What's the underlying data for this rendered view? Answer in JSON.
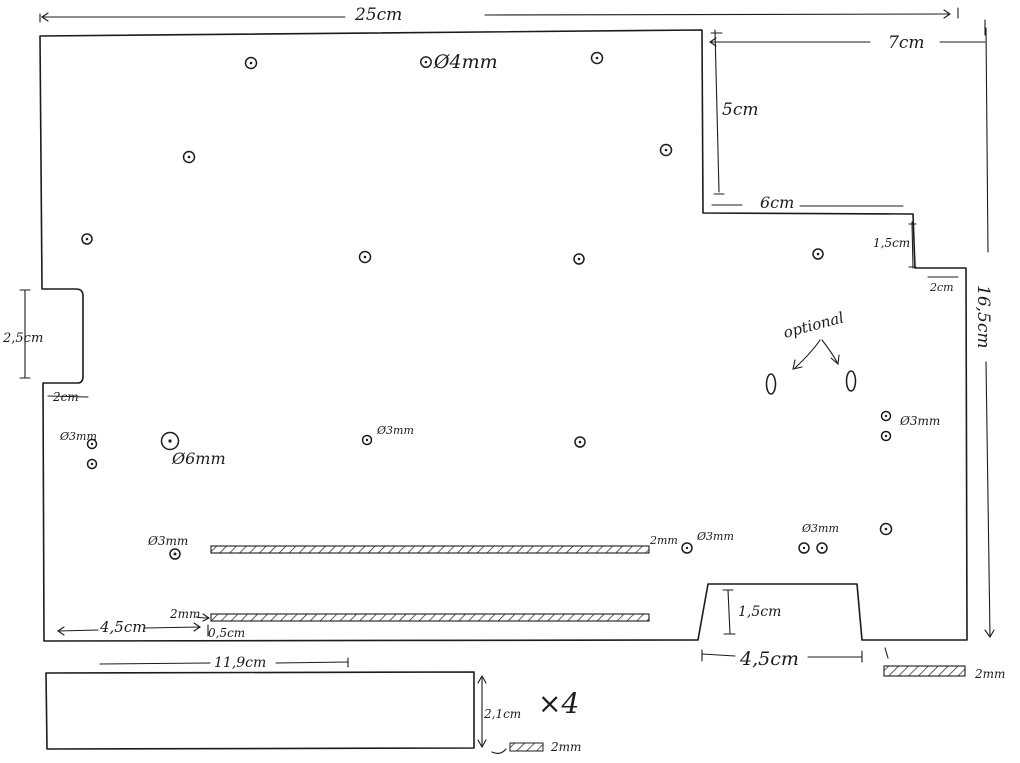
{
  "labels": {
    "total_width": "25cm",
    "hole_main": "⊙Ø4mm",
    "notch_width": "7cm",
    "notch_depth": "5cm",
    "notch_inner": "6cm",
    "step_height": "1,5cm",
    "step_width": "2cm",
    "total_height": "16,5cm",
    "side_cutout_height": "2,5cm",
    "side_cutout_depth": "2cm",
    "optional": "optional",
    "hole_3mm_left": "Ø3mm",
    "hole_6mm": "Ø6mm",
    "hole_3mm_mid": "Ø3mm",
    "hole_3mm_right": "Ø3mm",
    "hole_3mm_slot_left": "Ø3mm",
    "hole_3mm_slot_right": "Ø3mm",
    "hole_3mm_far_right": "Ø3mm",
    "slot_thickness_top": "2mm",
    "slot_thickness_bottom": "2mm",
    "slot_offset": "4,5cm",
    "slot_gap": "0,5cm",
    "tab_height": "1,5cm",
    "tab_width": "4,5cm",
    "panel_thickness": "2mm",
    "strip_length": "11,9cm",
    "strip_height": "2,1cm",
    "strip_multiplier": "×4",
    "strip_thickness": "2mm"
  }
}
